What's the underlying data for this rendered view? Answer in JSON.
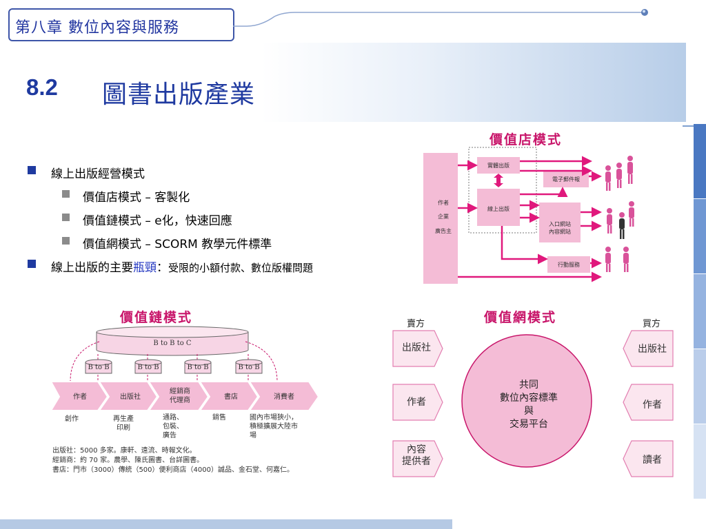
{
  "header": {
    "chapter": "第八章  數位內容與服務",
    "section_num": "8.2",
    "section_title": "圖書出版產業"
  },
  "bullets": [
    {
      "text": "線上出版經營模式",
      "children": [
        "價值店模式 – 客製化",
        "價值鏈模式 – e化，快速回應",
        "價值網模式 – SCORM 教學元件標準"
      ]
    },
    {
      "prefix": "線上出版的主要",
      "highlight": "瓶頸",
      "suffix_colon": "：",
      "suffix": "受限的小額付款、數位版權問題"
    }
  ],
  "value_shop": {
    "title": "價值店模式",
    "left_box": [
      "作者",
      "企業",
      "廣告主"
    ],
    "print": "實體出版",
    "online": "線上出版",
    "email": "電子郵件報",
    "portal_1": "入口網站",
    "portal_2": "內容網站",
    "mobile": "行動服務"
  },
  "value_chain": {
    "title": "價值鏈模式",
    "top": "B to B to C",
    "db": [
      "B to B",
      "B to B",
      "B to B",
      "B to B"
    ],
    "stages": [
      "作者",
      "出版社",
      "經銷商\n代理商",
      "書店",
      "消費者"
    ],
    "stage_sub": [
      "創作",
      "再生產\n印刷",
      "通路、\n包裝、\n廣告",
      "銷售",
      "國內市場狹小，\n積極擴展大陸市\n場"
    ],
    "notes": [
      "出版社：5000 多家。康軒、遠流、時報文化。",
      "經銷商：約 70 家。農學、陳氏圖書、台詳圖書。",
      "書店：門市（3000）傳統（500）便利商店（4000）誠品、金石堂、何嘉仁。"
    ]
  },
  "value_network": {
    "title": "價值網模式",
    "seller_head": "賣方",
    "buyer_head": "買方",
    "sellers": [
      "出版社",
      "作者",
      "內容\n提供者"
    ],
    "buyers": [
      "出版社",
      "作者",
      "讀者"
    ],
    "center": [
      "共同",
      "數位內容標準",
      "與",
      "交易平台"
    ]
  },
  "colors": {
    "accent": "#1f3aa0",
    "pink": "#e0187c",
    "pink_light": "#f4bcd6",
    "pink_box": "#f7d5e5",
    "bar_blue": "#4a78c2"
  }
}
